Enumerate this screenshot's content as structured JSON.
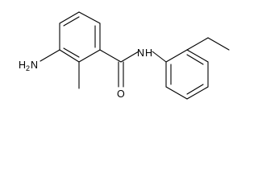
{
  "molecule": {
    "atoms": {
      "amine_h": "H",
      "amine_h_count": "2",
      "amine_n": "N",
      "amide_n": "N",
      "amide_h": "H",
      "carbonyl_o": "O"
    }
  }
}
